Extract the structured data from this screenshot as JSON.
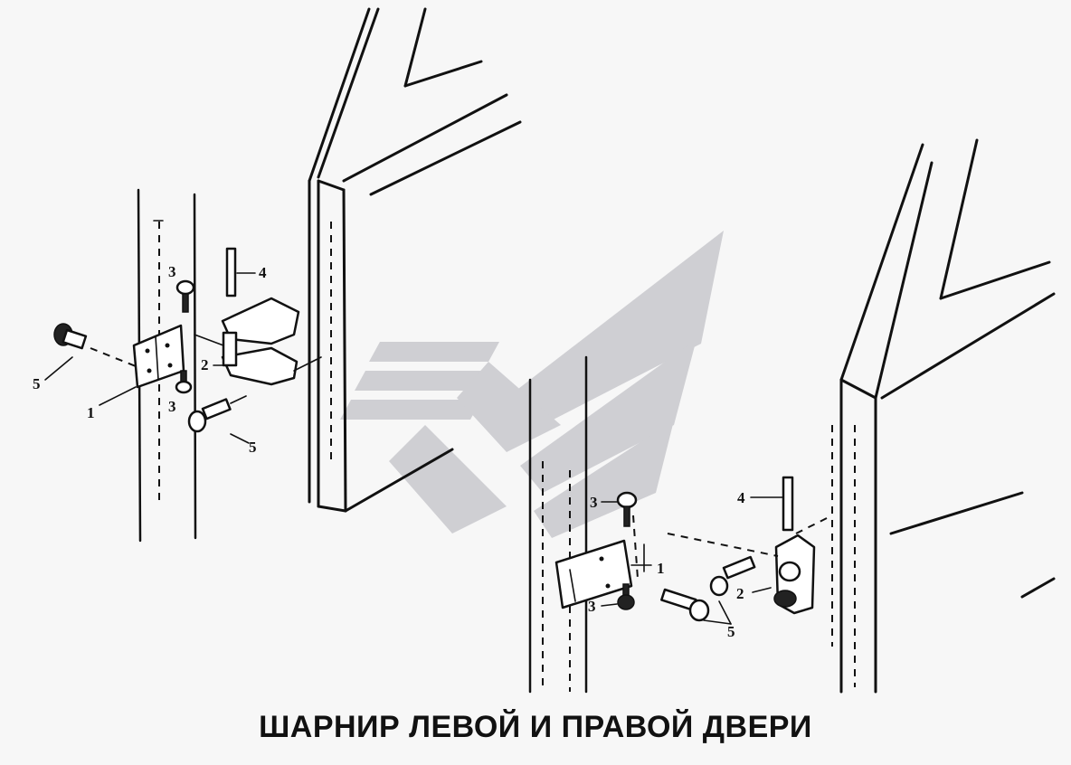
{
  "caption": "ШАРНИР ЛЕВОЙ И ПРАВОЙ ДВЕРИ",
  "callouts": {
    "left": [
      "1",
      "2",
      "3",
      "3",
      "4",
      "5",
      "5"
    ],
    "right": [
      "1",
      "2",
      "3",
      "3",
      "4",
      "5"
    ]
  },
  "colors": {
    "line": "#111111",
    "watermark": "#cfcfd3",
    "background": "#f7f7f7"
  }
}
